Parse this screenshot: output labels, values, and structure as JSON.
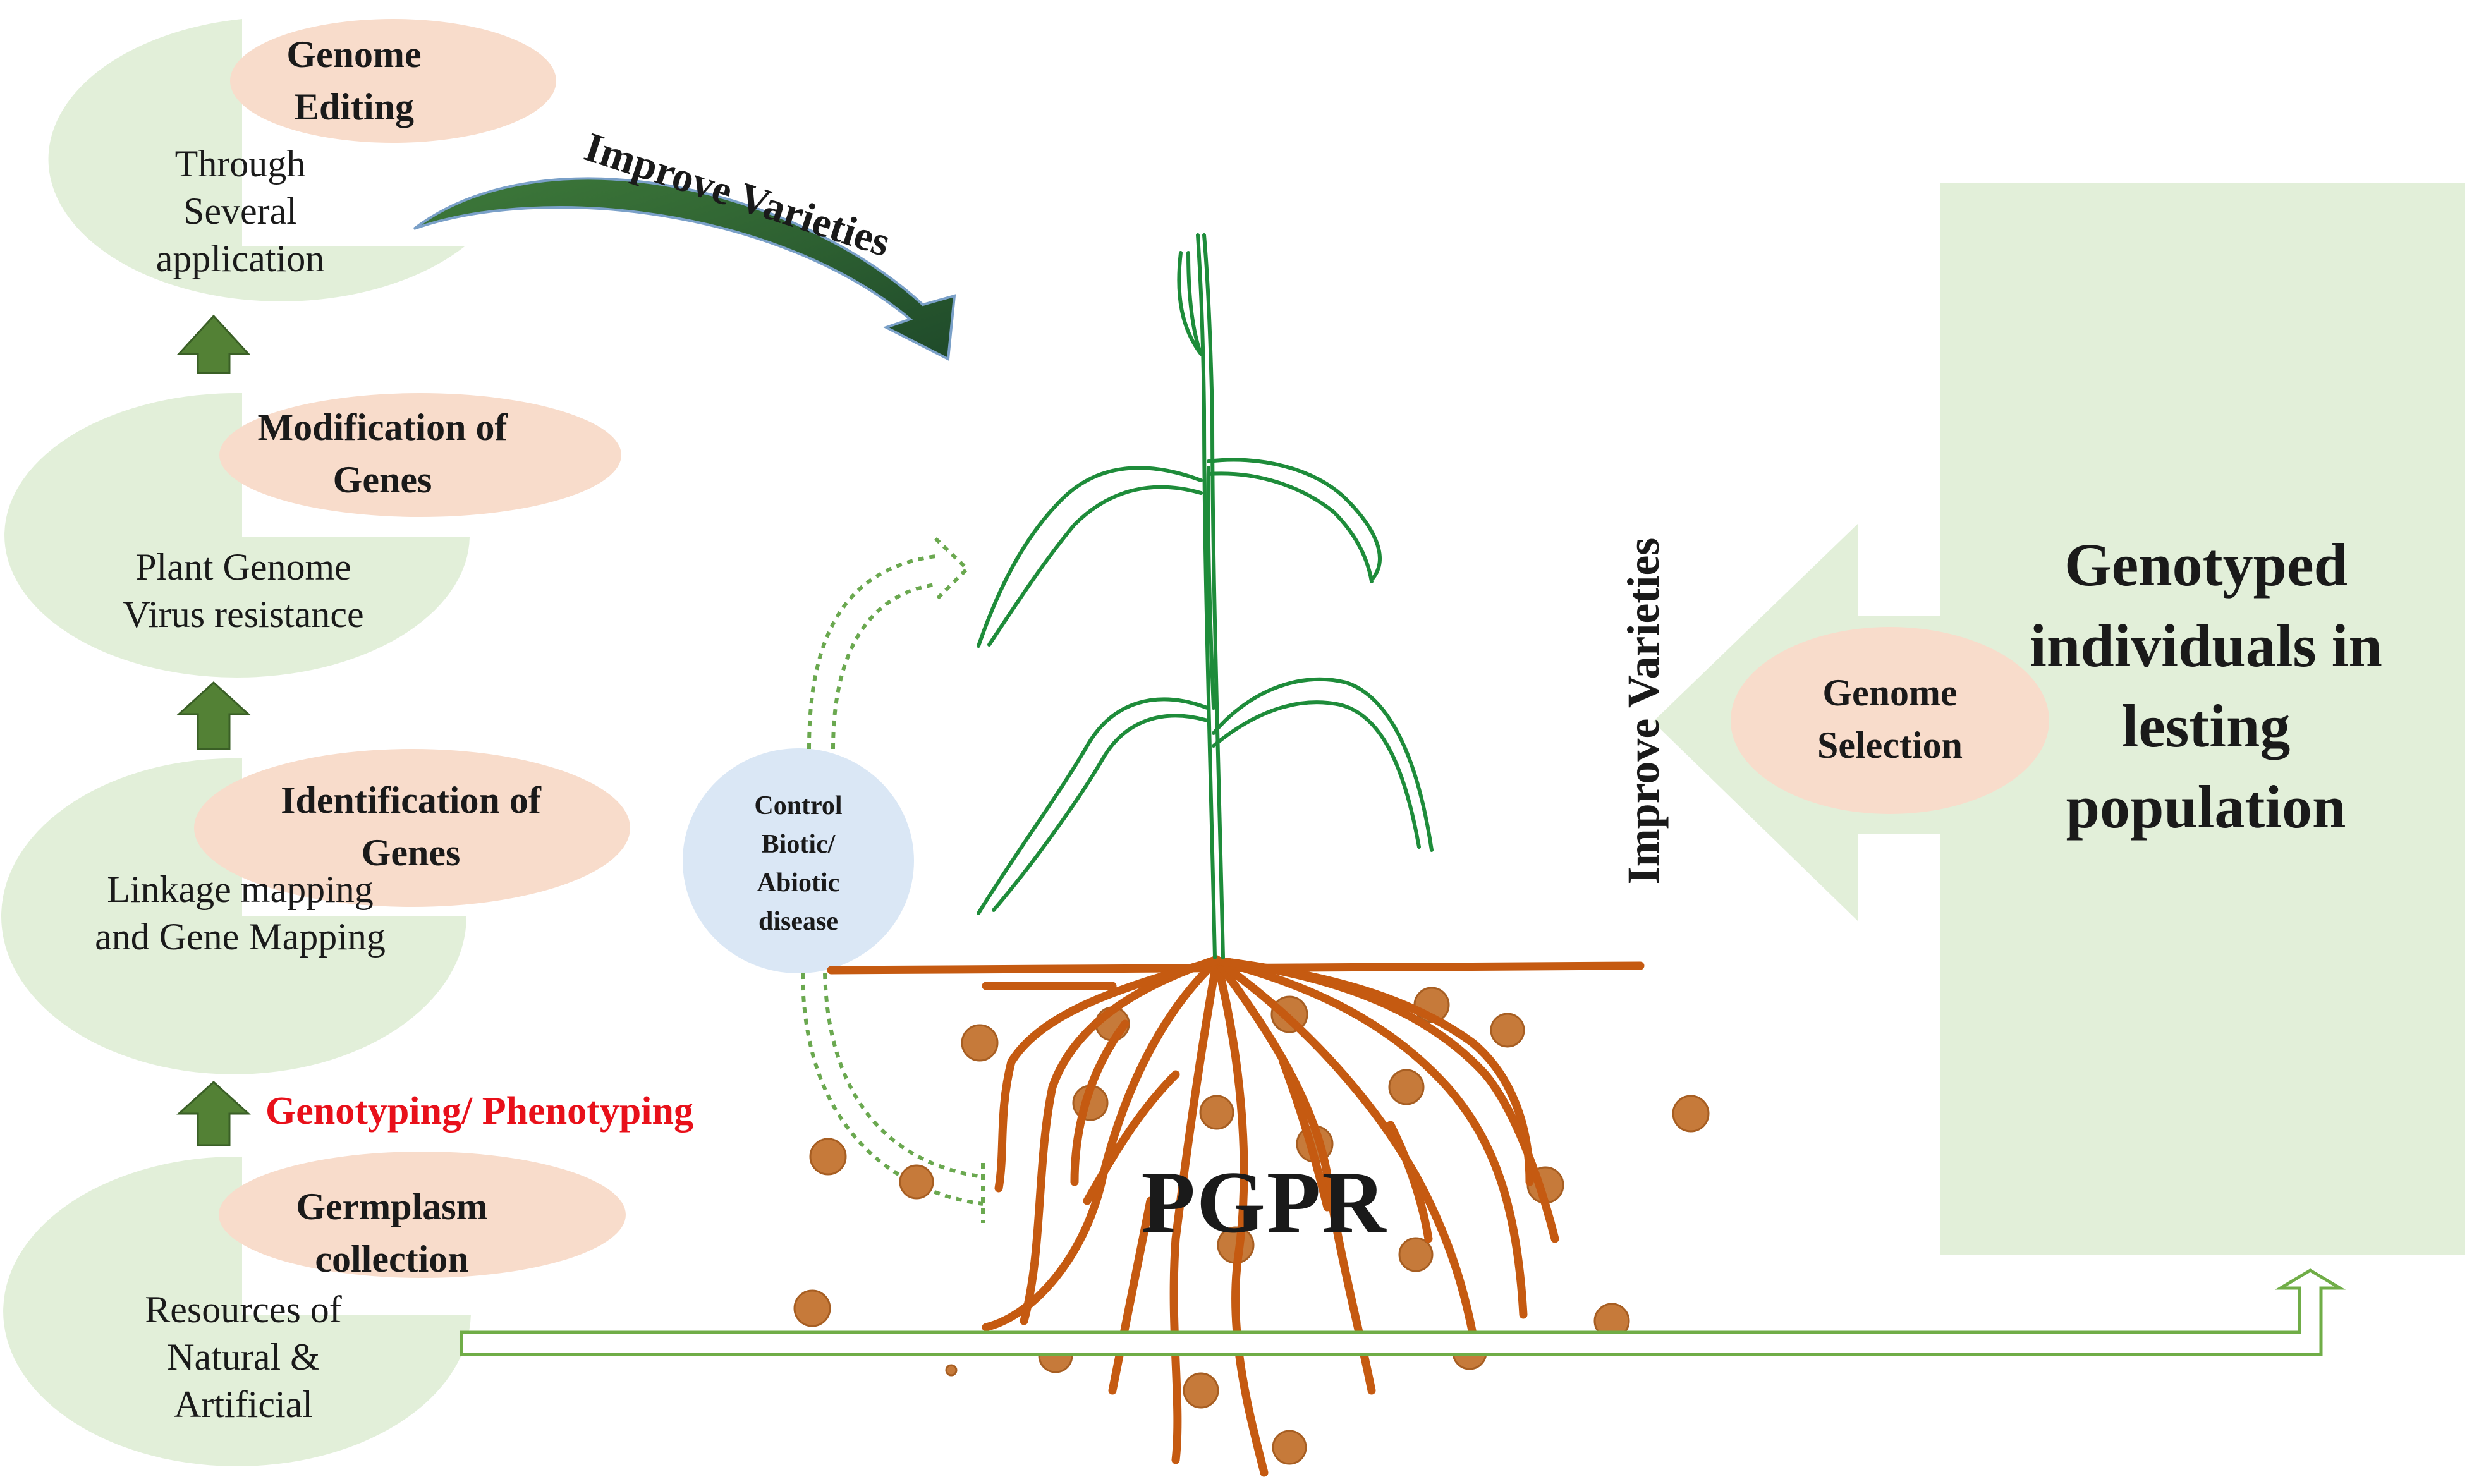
{
  "stages": [
    {
      "head": "Genome Editing",
      "body": "Through Several application"
    },
    {
      "head": "Modification of Genes",
      "body": "Plant Genome Virus resistance"
    },
    {
      "head": "Identification of Genes",
      "body": "Linkage mapping and Gene Mapping"
    },
    {
      "head": "Germplasm collection",
      "body": "Resources of Natural & Artificial"
    }
  ],
  "genotyping_label": "Genotyping/ Phenotyping",
  "improve_curved": "Improve Varieties",
  "improve_vertical": "Improve Varieties",
  "control_label": "Control Biotic/ Abiotic disease",
  "pgpr": "PGPR",
  "genome_selection": "Genome Selection",
  "genotyped_box": "Genotyped individuals in lesting population",
  "colors": {
    "bubble_green": "#e2efd9",
    "head_pink": "#f8dccb",
    "arrow_green": "#538135",
    "dark_green": "#2e5a2e",
    "root_brown": "#c55a11",
    "stem_green": "#1e8c3a",
    "control_blue": "#dae7f5",
    "red_text": "#e8101a"
  }
}
